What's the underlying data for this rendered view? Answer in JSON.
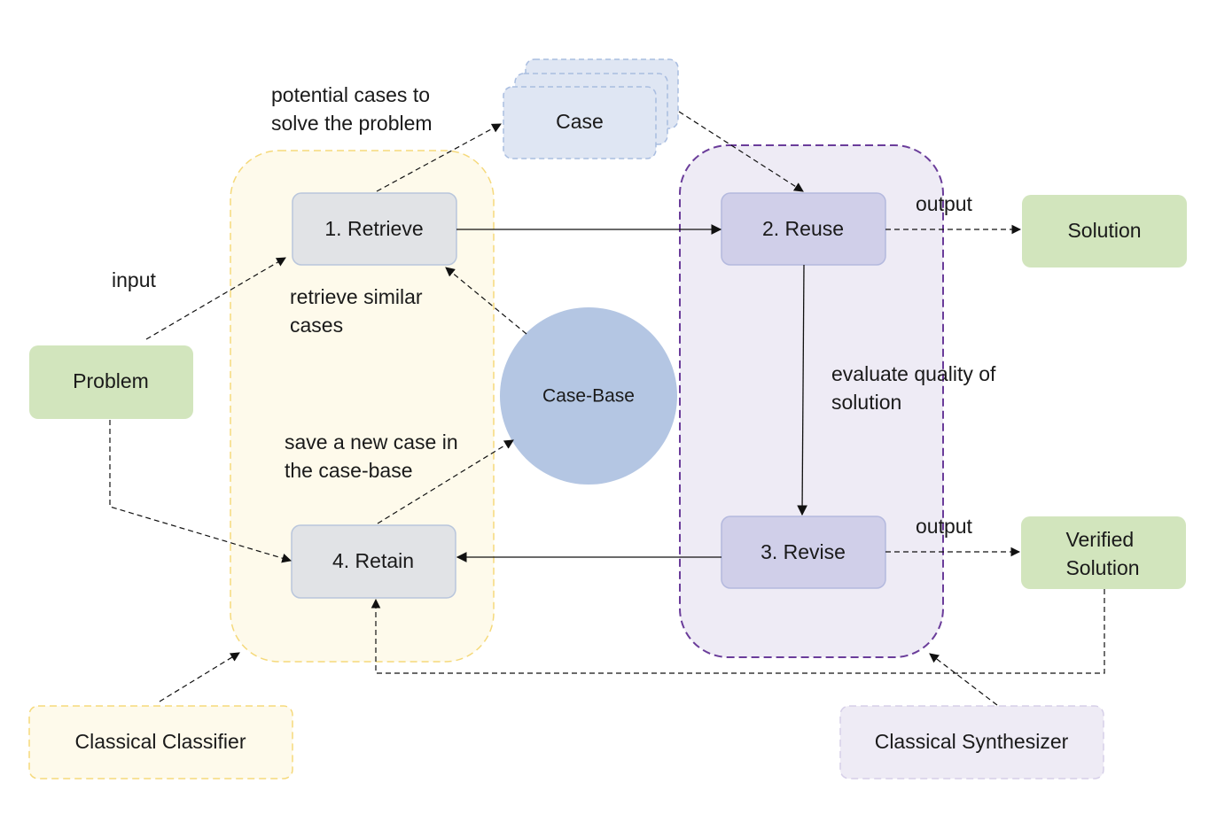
{
  "nodes": {
    "retrieve": "1. Retrieve",
    "reuse": "2. Reuse",
    "revise": "3. Revise",
    "retain": "4. Retain",
    "case": "Case",
    "case_base": "Case-Base",
    "problem": "Problem",
    "solution": "Solution",
    "verified_solution": [
      "Verified",
      "Solution"
    ],
    "classical_classifier": "Classical Classifier",
    "classical_synthesizer": "Classical Synthesizer"
  },
  "labels": {
    "input": "input",
    "potential_cases": [
      "potential cases to",
      "solve the problem"
    ],
    "retrieve_similar": [
      "retrieve similar",
      "cases"
    ],
    "save_new_case": [
      "save a new case in",
      "the case-base"
    ],
    "evaluate_quality": [
      "evaluate quality of",
      "solution"
    ],
    "output_top": "output",
    "output_bottom": "output"
  },
  "colors": {
    "phase_box_fill": "#e1e3e6",
    "reuse_box_fill": "#d0cfe9",
    "green_fill": "#d2e5bd",
    "case_fill": "#dfe6f3",
    "case_base_fill": "#b4c6e3",
    "yellow_group_fill": "#fefaeb",
    "yellow_group_stroke": "#f5d97b",
    "purple_group_fill": "#eeebf5",
    "purple_group_stroke": "#6a3c9a"
  }
}
